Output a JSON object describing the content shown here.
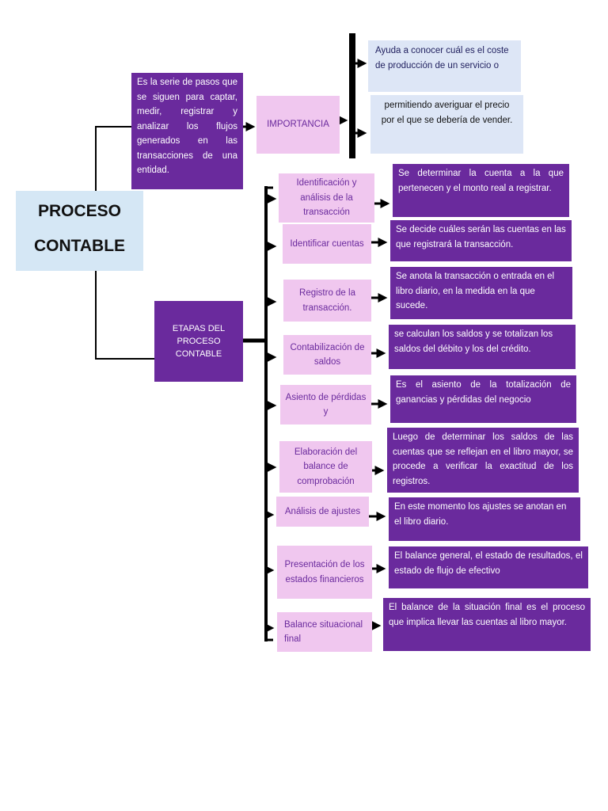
{
  "root": {
    "line1": "PROCESO",
    "line2": "CONTABLE"
  },
  "definition": "Es la serie de pasos que se siguen para captar, medir, registrar y analizar los flujos generados en las transacciones de una entidad.",
  "importance": {
    "label": "IMPORTANCIA",
    "points": [
      "Ayuda a conocer cuál es el coste de producción de un servicio o",
      "permitiendo averiguar el precio por el que se debería de vender."
    ]
  },
  "stages_label": "ETAPAS DEL PROCESO CONTABLE",
  "stages": [
    {
      "name": "Identificación y análisis de la transacción",
      "description": "Se determinar la cuenta a la que pertenecen y el monto real a registrar."
    },
    {
      "name": "Identificar cuentas",
      "description": "Se decide cuáles serán las cuentas en las que registrará la transacción."
    },
    {
      "name": "Registro de la transacción.",
      "description": "Se anota la transacción o entrada en el libro diario, en la medida en la que sucede."
    },
    {
      "name": "Contabilización de saldos",
      "description": "se calculan los saldos y se totalizan los saldos del débito y los del crédito."
    },
    {
      "name": "Asiento de pérdidas y",
      "description": "Es el asiento de la totalización de ganancias y pérdidas del negocio"
    },
    {
      "name": "Elaboración del balance de comprobación",
      "description": "Luego de determinar los saldos de las cuentas que se reflejan en el libro mayor, se procede a verificar la exactitud de los registros."
    },
    {
      "name": "Análisis de ajustes",
      "description": "En este momento los ajustes se anotan en el libro diario."
    },
    {
      "name": "Presentación de los estados financieros",
      "description": "El balance general, el estado de resultados, el estado de flujo de efectivo"
    },
    {
      "name": "Balance situacional final",
      "description": "El balance de la situación final es el proceso que implica llevar las cuentas al libro mayor."
    }
  ],
  "colors": {
    "dark_purple": "#6a2a9d",
    "light_pink": "#f0c7ef",
    "light_blue": "#d5e7f5",
    "pale_blue": "#dde6f6"
  }
}
